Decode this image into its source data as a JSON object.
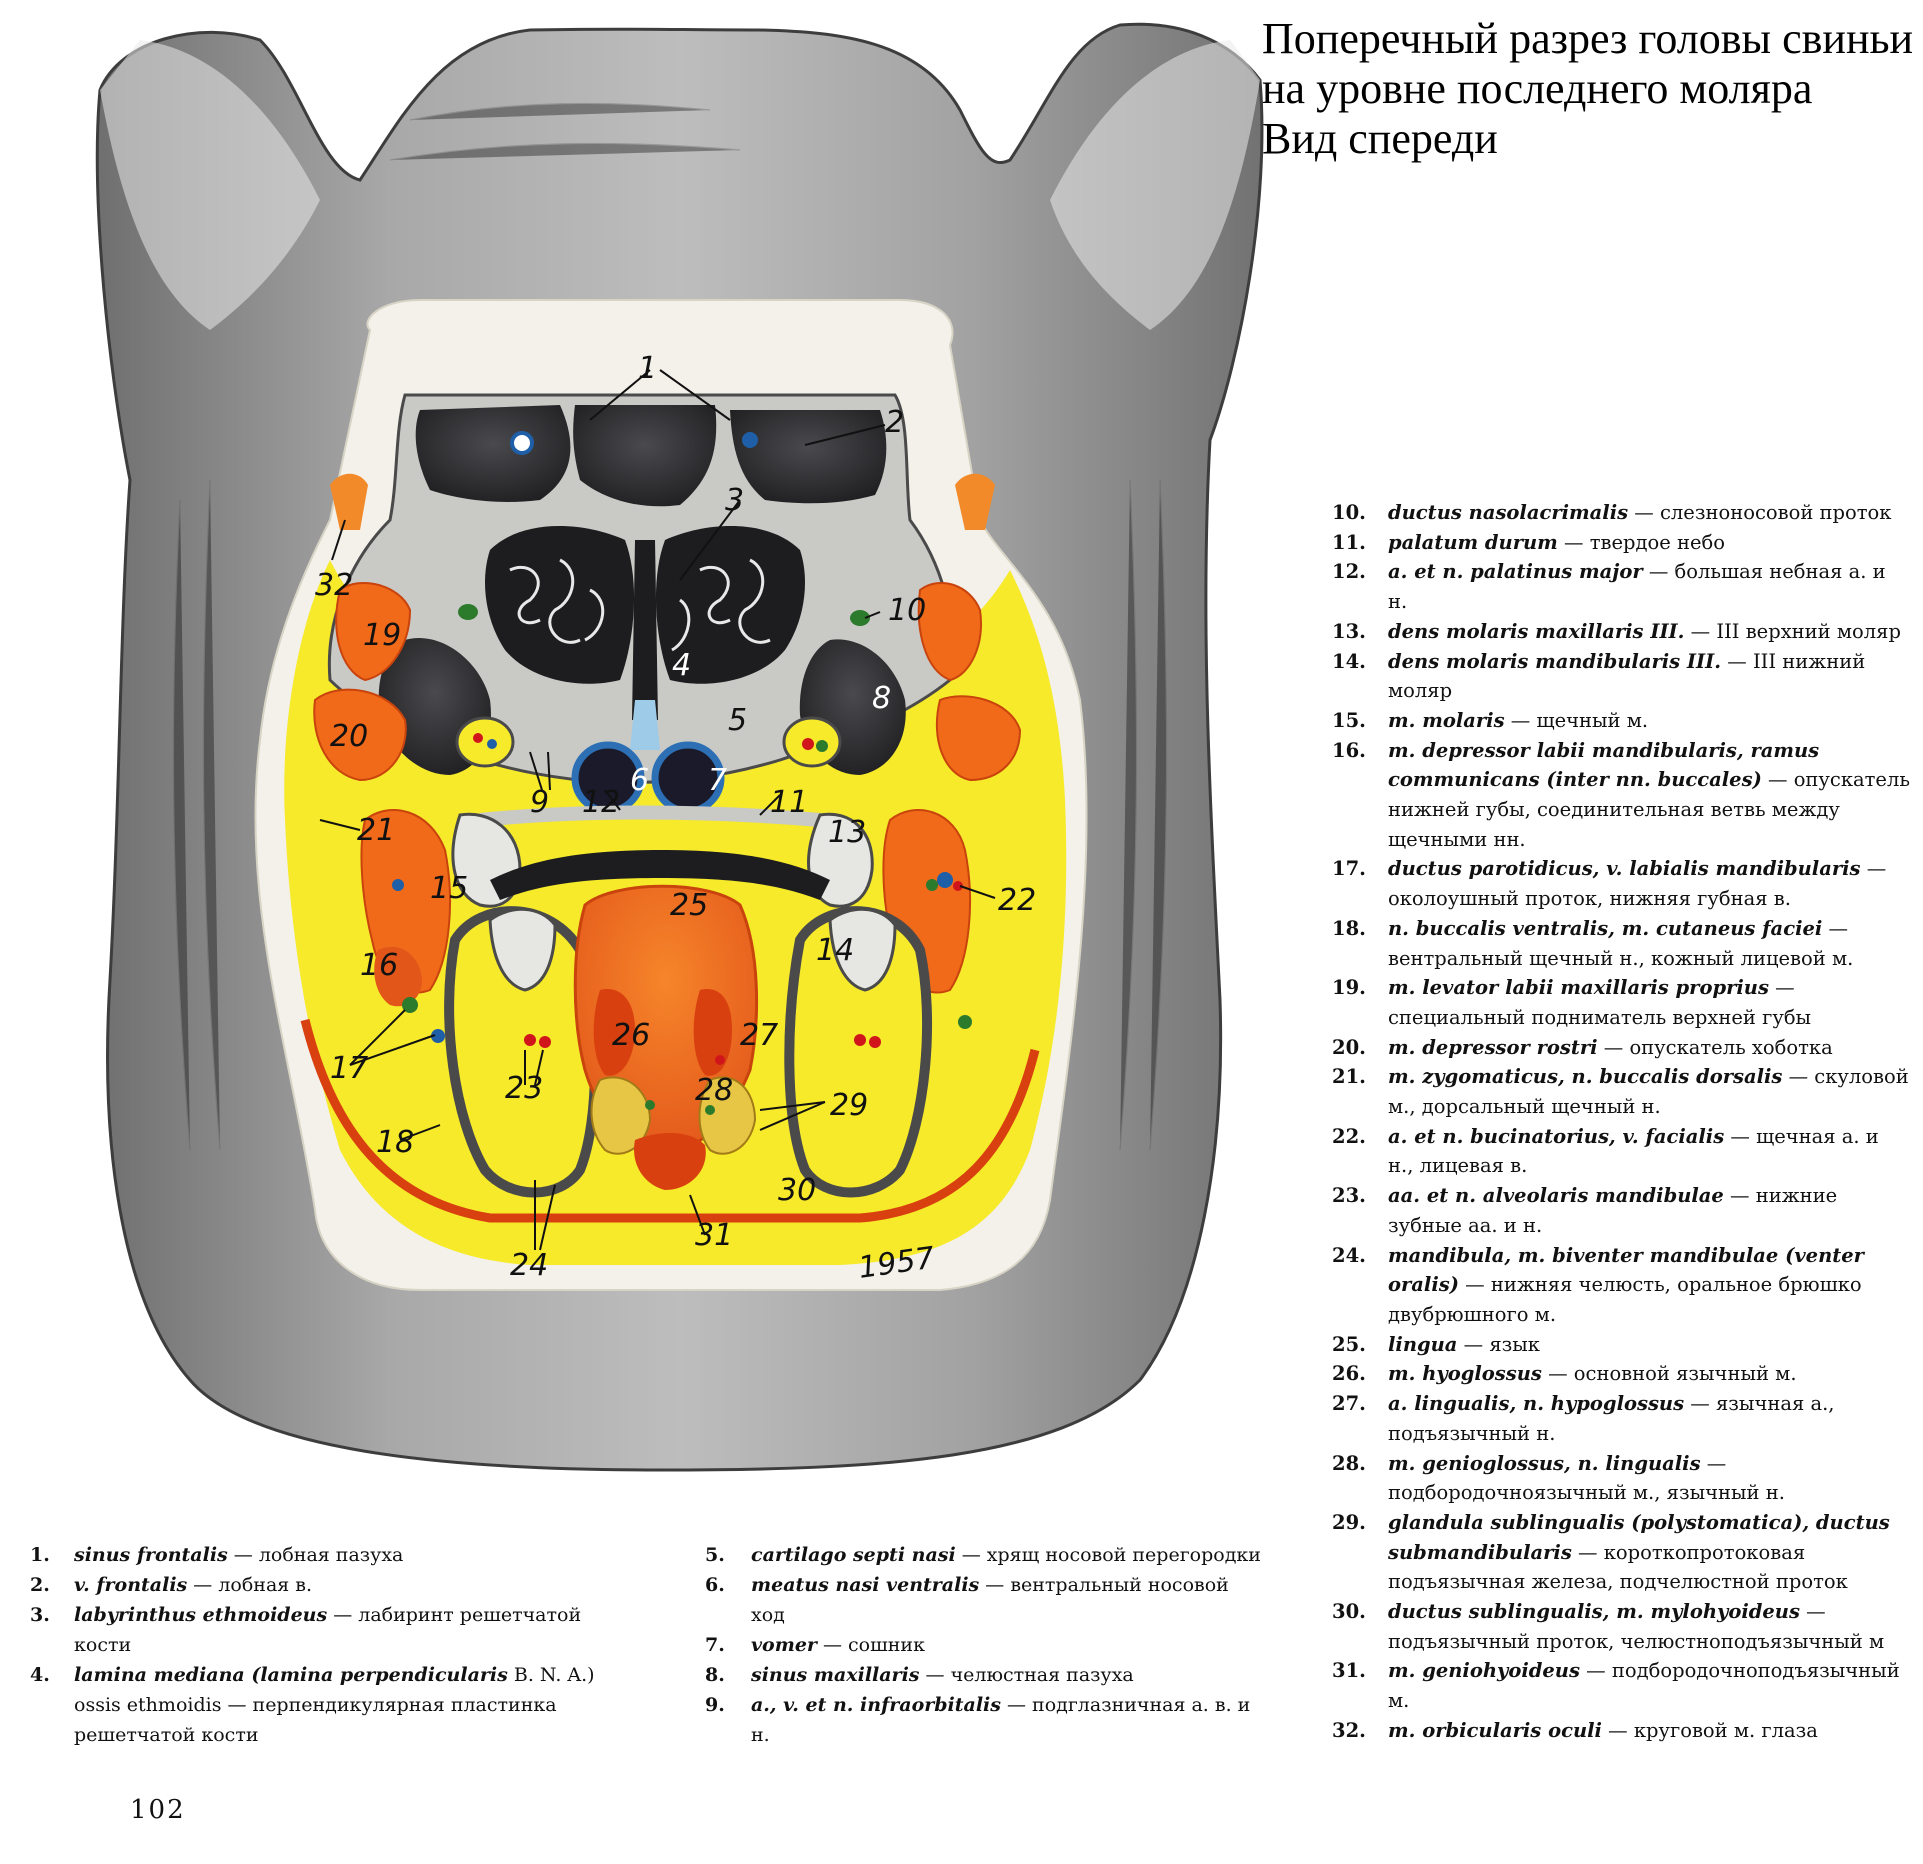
{
  "title": {
    "line1": "Поперечный разрез головы свиньи",
    "line2": "на уровне последнего моляра",
    "line3": "Вид спереди"
  },
  "figure": {
    "signature": "1957",
    "colors": {
      "skin": "#8d8d8d",
      "skin_dark": "#4a4a4a",
      "section_bg": "#f3f1ea",
      "fat": "#f6ea2a",
      "muscle": "#f06a1a",
      "muscle_dark": "#d9400f",
      "bone": "#c9c9c6",
      "cavity": "#2c2c2e",
      "tongue": "#ef6d1d",
      "vessel_blue": "#1f5fa8",
      "vessel_red": "#d1161b",
      "nerve_green": "#2c7a2c"
    },
    "labels": [
      "1",
      "2",
      "3",
      "4",
      "5",
      "6",
      "7",
      "8",
      "9",
      "10",
      "11",
      "12",
      "13",
      "14",
      "15",
      "16",
      "17",
      "18",
      "19",
      "20",
      "21",
      "22",
      "23",
      "24",
      "25",
      "26",
      "27",
      "28",
      "29",
      "30",
      "31",
      "32"
    ]
  },
  "legend_left": [
    {
      "num": "1.",
      "latin": "sinus frontalis",
      "ru": " — лобная пазуха"
    },
    {
      "num": "2.",
      "latin": "v. frontalis",
      "ru": " — лобная в."
    },
    {
      "num": "3.",
      "latin": "labyrinthus ethmoideus",
      "ru": " — лабиринт решетчатой кости"
    },
    {
      "num": "4.",
      "latin": "lamina mediana (lamina perpendicularis",
      "ru": " B. N. A.) ossis ethmoidis — перпендикулярная пластинка решетчатой кости"
    }
  ],
  "legend_middle": [
    {
      "num": "5.",
      "latin": "cartilago septi nasi",
      "ru": " — хрящ носовой перегородки"
    },
    {
      "num": "6.",
      "latin": "meatus nasi ventralis",
      "ru": " — вентральный носовой ход"
    },
    {
      "num": "7.",
      "latin": "vomer",
      "ru": " — сошник"
    },
    {
      "num": "8.",
      "latin": "sinus maxillaris",
      "ru": " — челюстная пазуха"
    },
    {
      "num": "9.",
      "latin": "a., v. et n. infraorbitalis",
      "ru": " — подглазничная а. в. и н."
    }
  ],
  "legend_right": [
    {
      "num": "10.",
      "latin": "ductus nasolacrimalis",
      "ru": " — слезноносовой проток"
    },
    {
      "num": "11.",
      "latin": "palatum durum",
      "ru": " — твердое небо"
    },
    {
      "num": "12.",
      "latin": "a. et n. palatinus major",
      "ru": " — большая небная а. и н."
    },
    {
      "num": "13.",
      "latin": "dens molaris maxillaris III.",
      "ru": " — III верхний моляр"
    },
    {
      "num": "14.",
      "latin": "dens molaris mandibularis III.",
      "ru": " — III нижний моляр"
    },
    {
      "num": "15.",
      "latin": "m. molaris",
      "ru": " — щечный м."
    },
    {
      "num": "16.",
      "latin": "m. depressor labii mandibularis, ramus communicans (inter nn. buccales)",
      "ru": " — опускатель нижней губы, соединительная ветвь между щечными нн."
    },
    {
      "num": "17.",
      "latin": "ductus parotidicus, v. labialis mandibularis",
      "ru": " — околоушный проток, нижняя губная в."
    },
    {
      "num": "18.",
      "latin": "n. buccalis ventralis, m. cutaneus faciei",
      "ru": " — вентральный щечный н., кожный лицевой м."
    },
    {
      "num": "19.",
      "latin": "m. levator labii maxillaris proprius",
      "ru": " — специальный подниматель верхней губы"
    },
    {
      "num": "20.",
      "latin": "m. depressor rostri",
      "ru": " — опускатель хоботка"
    },
    {
      "num": "21.",
      "latin": "m. zygomaticus, n. buccalis dorsalis",
      "ru": " — скуловой м., дорсальный щечный н."
    },
    {
      "num": "22.",
      "latin": "a. et n. bucinatorius, v. facialis",
      "ru": " — щечная а. и н., лицевая в."
    },
    {
      "num": "23.",
      "latin": "aa. et n. alveolaris mandibulae",
      "ru": " — нижние зубные аа. и н."
    },
    {
      "num": "24.",
      "latin": "mandibula, m. biventer mandibulae (venter oralis)",
      "ru": " — нижняя челюсть, оральное брюшко двубрюшного м."
    },
    {
      "num": "25.",
      "latin": "lingua",
      "ru": " — язык"
    },
    {
      "num": "26.",
      "latin": "m. hyoglossus",
      "ru": " — основной язычный м."
    },
    {
      "num": "27.",
      "latin": "a. lingualis, n. hypoglossus",
      "ru": " — язычная а., подъязычный н."
    },
    {
      "num": "28.",
      "latin": "m. genioglossus, n. lingualis",
      "ru": " — подбородочноязычный м., язычный н."
    },
    {
      "num": "29.",
      "latin": "glandula sublingualis (polystomatica), ductus submandibularis",
      "ru": " — короткопротоковая подъязычная железа, подчелюстной проток"
    },
    {
      "num": "30.",
      "latin": "ductus sublingualis, m. mylohyoideus",
      "ru": " — подъязычный проток, челюстноподъязычный м"
    },
    {
      "num": "31.",
      "latin": "m. geniohyoideus",
      "ru": " — подбородочноподъязычный м."
    },
    {
      "num": "32.",
      "latin": "m. orbicularis oculi",
      "ru": " — круговой м. глаза"
    }
  ],
  "page_number": "102"
}
